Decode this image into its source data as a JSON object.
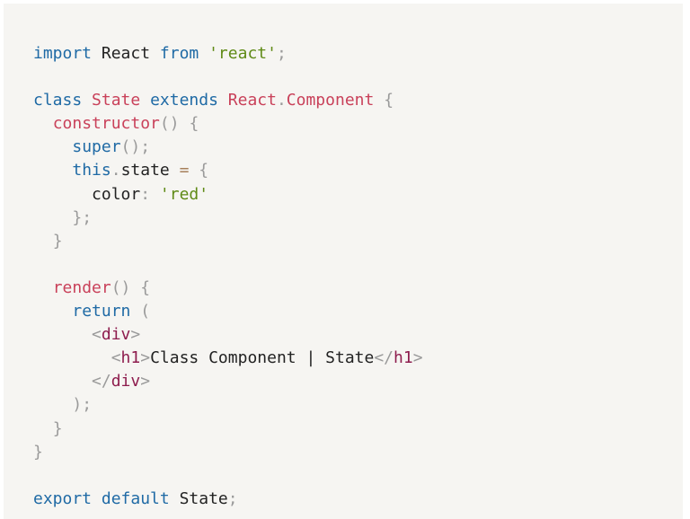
{
  "code": {
    "language": "jsx",
    "lines": [
      [
        {
          "t": "kw",
          "v": "import"
        },
        {
          "t": "plain",
          "v": " React "
        },
        {
          "t": "kw",
          "v": "from"
        },
        {
          "t": "plain",
          "v": " "
        },
        {
          "t": "str",
          "v": "'react'"
        },
        {
          "t": "pun",
          "v": ";"
        }
      ],
      [],
      [
        {
          "t": "kw",
          "v": "class"
        },
        {
          "t": "plain",
          "v": " "
        },
        {
          "t": "cls",
          "v": "State"
        },
        {
          "t": "plain",
          "v": " "
        },
        {
          "t": "kw",
          "v": "extends"
        },
        {
          "t": "plain",
          "v": " "
        },
        {
          "t": "cls",
          "v": "React"
        },
        {
          "t": "pun",
          "v": "."
        },
        {
          "t": "cls",
          "v": "Component"
        },
        {
          "t": "plain",
          "v": " "
        },
        {
          "t": "pun",
          "v": "{"
        }
      ],
      [
        {
          "t": "plain",
          "v": "  "
        },
        {
          "t": "fn",
          "v": "constructor"
        },
        {
          "t": "pun",
          "v": "()"
        },
        {
          "t": "plain",
          "v": " "
        },
        {
          "t": "pun",
          "v": "{"
        }
      ],
      [
        {
          "t": "plain",
          "v": "    "
        },
        {
          "t": "kw",
          "v": "super"
        },
        {
          "t": "pun",
          "v": "();"
        }
      ],
      [
        {
          "t": "plain",
          "v": "    "
        },
        {
          "t": "kw",
          "v": "this"
        },
        {
          "t": "pun",
          "v": "."
        },
        {
          "t": "plain",
          "v": "state "
        },
        {
          "t": "op",
          "v": "="
        },
        {
          "t": "plain",
          "v": " "
        },
        {
          "t": "pun",
          "v": "{"
        }
      ],
      [
        {
          "t": "plain",
          "v": "      color"
        },
        {
          "t": "pun",
          "v": ":"
        },
        {
          "t": "plain",
          "v": " "
        },
        {
          "t": "str",
          "v": "'red'"
        }
      ],
      [
        {
          "t": "plain",
          "v": "    "
        },
        {
          "t": "pun",
          "v": "};"
        }
      ],
      [
        {
          "t": "plain",
          "v": "  "
        },
        {
          "t": "pun",
          "v": "}"
        }
      ],
      [],
      [
        {
          "t": "plain",
          "v": "  "
        },
        {
          "t": "fn",
          "v": "render"
        },
        {
          "t": "pun",
          "v": "()"
        },
        {
          "t": "plain",
          "v": " "
        },
        {
          "t": "pun",
          "v": "{"
        }
      ],
      [
        {
          "t": "plain",
          "v": "    "
        },
        {
          "t": "kw",
          "v": "return"
        },
        {
          "t": "plain",
          "v": " "
        },
        {
          "t": "pun",
          "v": "("
        }
      ],
      [
        {
          "t": "plain",
          "v": "      "
        },
        {
          "t": "pun",
          "v": "<"
        },
        {
          "t": "tag",
          "v": "div"
        },
        {
          "t": "pun",
          "v": ">"
        }
      ],
      [
        {
          "t": "plain",
          "v": "        "
        },
        {
          "t": "pun",
          "v": "<"
        },
        {
          "t": "tag",
          "v": "h1"
        },
        {
          "t": "pun",
          "v": ">"
        },
        {
          "t": "plain",
          "v": "Class Component | State"
        },
        {
          "t": "pun",
          "v": "</"
        },
        {
          "t": "tag",
          "v": "h1"
        },
        {
          "t": "pun",
          "v": ">"
        }
      ],
      [
        {
          "t": "plain",
          "v": "      "
        },
        {
          "t": "pun",
          "v": "</"
        },
        {
          "t": "tag",
          "v": "div"
        },
        {
          "t": "pun",
          "v": ">"
        }
      ],
      [
        {
          "t": "plain",
          "v": "    "
        },
        {
          "t": "pun",
          "v": ");"
        }
      ],
      [
        {
          "t": "plain",
          "v": "  "
        },
        {
          "t": "pun",
          "v": "}"
        }
      ],
      [
        {
          "t": "pun",
          "v": "}"
        }
      ],
      [],
      [
        {
          "t": "kw",
          "v": "export"
        },
        {
          "t": "plain",
          "v": " "
        },
        {
          "t": "kw",
          "v": "default"
        },
        {
          "t": "plain",
          "v": " State"
        },
        {
          "t": "pun",
          "v": ";"
        }
      ]
    ]
  },
  "colors": {
    "background": "#f6f5f2",
    "keyword": "#1f6aa5",
    "class_name": "#c9415a",
    "string": "#5f8a16",
    "punctuation": "#9a9a9a",
    "tag": "#8e1d4e",
    "text": "#222222"
  }
}
